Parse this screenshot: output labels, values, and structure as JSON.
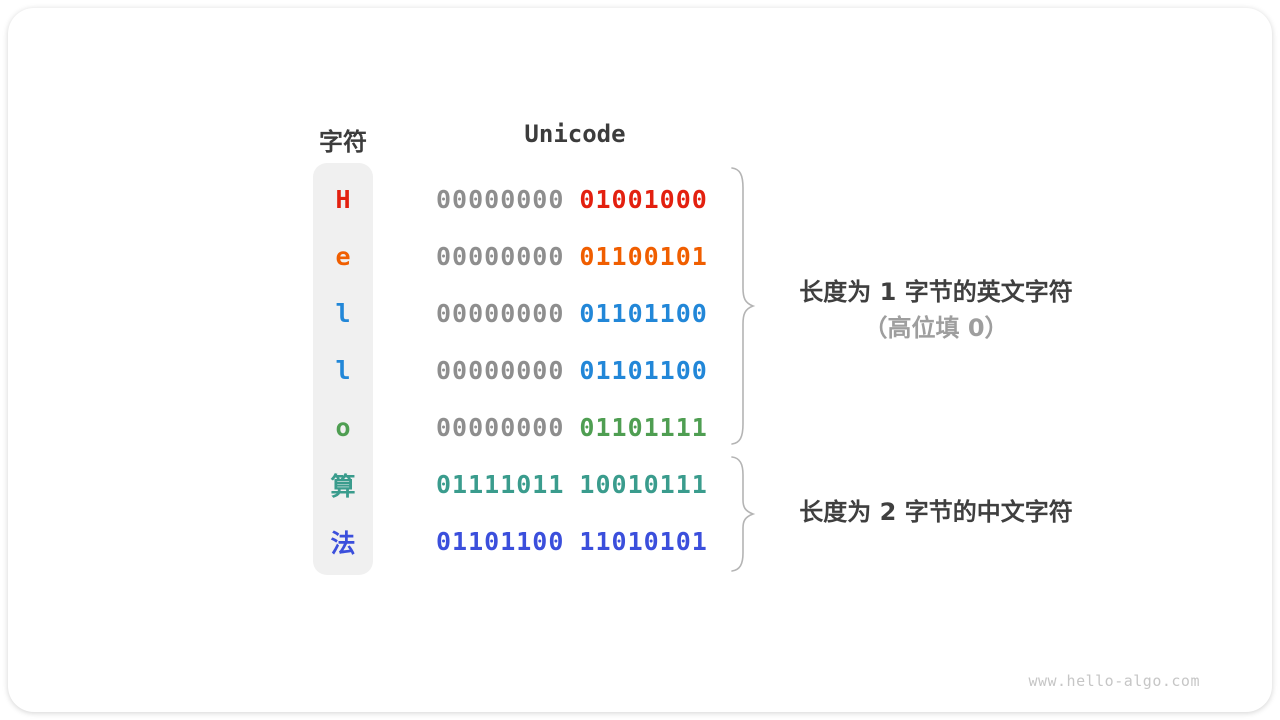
{
  "header": {
    "char_col": "字符",
    "unicode_col": "Unicode"
  },
  "colors": {
    "byte_muted": "#8e8e8e",
    "brace": "#b4b4b4",
    "char_column_bg": "#f0f0f0",
    "annotation_primary": "#3f3f3f",
    "annotation_secondary": "#9e9e9e"
  },
  "rows": [
    {
      "char": "H",
      "color": "#e3200f",
      "byte1": "00000000",
      "byte2": "01001000"
    },
    {
      "char": "e",
      "color": "#f05e00",
      "byte1": "00000000",
      "byte2": "01100101"
    },
    {
      "char": "l",
      "color": "#2287d8",
      "byte1": "00000000",
      "byte2": "01101100"
    },
    {
      "char": "l",
      "color": "#2287d8",
      "byte1": "00000000",
      "byte2": "01101100"
    },
    {
      "char": "o",
      "color": "#4f9e52",
      "byte1": "00000000",
      "byte2": "01101111"
    },
    {
      "char": "算",
      "color": "#3a9c8d",
      "byte1": "01111011",
      "byte2": "10010111"
    },
    {
      "char": "法",
      "color": "#3b4fdc",
      "byte1": "01101100",
      "byte2": "11010101"
    }
  ],
  "annotations": {
    "english": {
      "line1": "长度为 1 字节的英文字符",
      "line2": "（高位填 0）"
    },
    "chinese": {
      "line1": "长度为 2 字节的中文字符"
    }
  },
  "watermark": "www.hello-algo.com"
}
